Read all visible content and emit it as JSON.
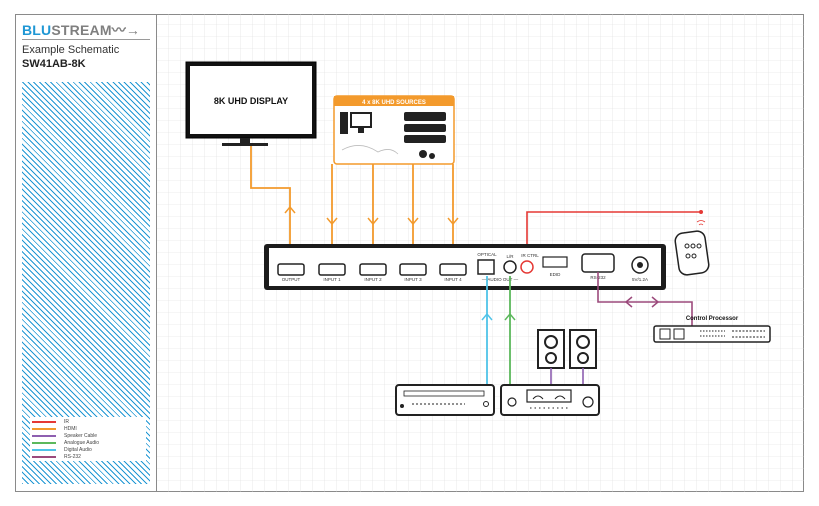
{
  "brand": {
    "part1": "BLU",
    "part2": "STREAM",
    "colors": {
      "blue": "#1f97d4",
      "grey": "#7f7f7f"
    }
  },
  "sidebar": {
    "subtitle": "Example Schematic",
    "model": "SW41AB-8K"
  },
  "legend": [
    {
      "label": "IR",
      "color": "#e53935"
    },
    {
      "label": "HDMI",
      "color": "#f39a2c"
    },
    {
      "label": "Speaker Cable",
      "color": "#8e5fb0"
    },
    {
      "label": "Analogue Audio",
      "color": "#5cb85c"
    },
    {
      "label": "Digital Audio",
      "color": "#4fc3e8"
    },
    {
      "label": "RS-232",
      "color": "#9c4a7c"
    }
  ],
  "diagram": {
    "display_label": "8K UHD DISPLAY",
    "sources_label": "4 x 8K UHD SOURCES",
    "control_processor_label": "Control Processor",
    "ports": {
      "output": "OUTPUT",
      "input1": "INPUT 1",
      "input2": "INPUT 2",
      "input3": "INPUT 3",
      "input4": "INPUT 4",
      "optical": "OPTICAL",
      "lr": "L/R",
      "audio_out": "— AUDIO OUT —",
      "ir_ctrl": "IR CTRL",
      "edid": "EDID",
      "rs232": "RS-232",
      "power": "5V/1.2A"
    }
  }
}
